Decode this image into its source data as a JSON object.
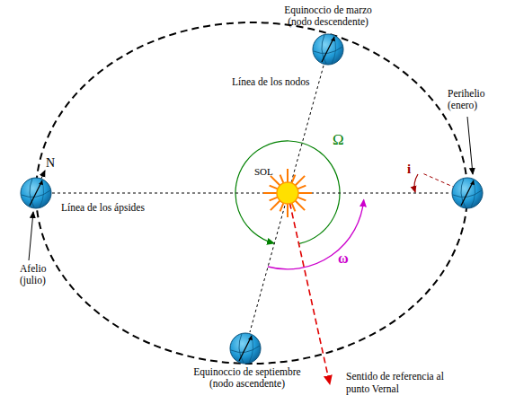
{
  "diagram": {
    "nodes": [
      {
        "text": [
          "Equinoccio de marzo (nodo descendente)"
        ]
      },
      {
        "text": [
          "Perihelio (enero)"
        ]
      },
      {
        "text": [
          "SOL"
        ]
      },
      {
        "text": [
          "Afelio (julio)"
        ]
      },
      {
        "text": [
          "Equinoccio de septiembre (nodo ascendente)"
        ]
      }
    ],
    "edges": [
      {
        "from": 0,
        "to": 4,
        "arrow": "none",
        "label": "Línea de los nodos"
      },
      {
        "from": 3,
        "to": 1,
        "arrow": "none",
        "label": "Línea de los ápsides"
      }
    ],
    "labels": [
      "N",
      "Ω",
      "i",
      "ω",
      "Sentido de referencia al punto Vernal"
    ]
  }
}
